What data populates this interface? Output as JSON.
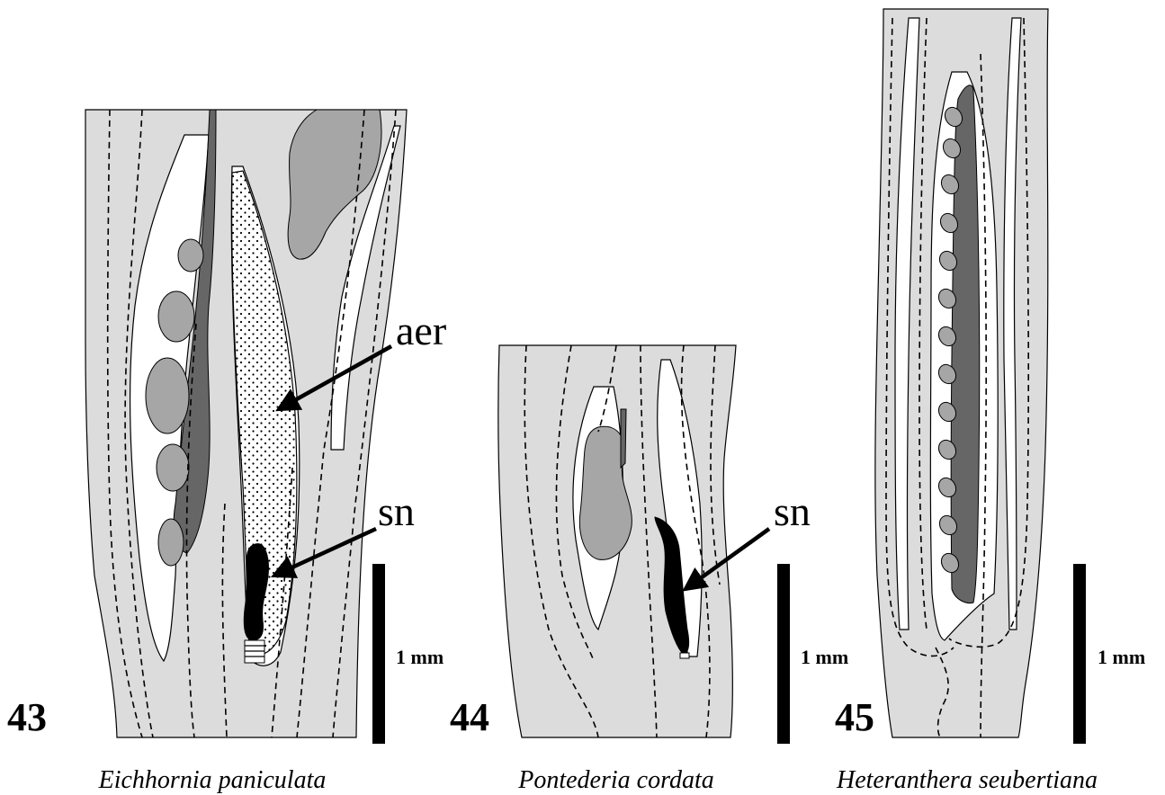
{
  "panels": [
    {
      "number": "43",
      "species": "Eichhornia paniculata",
      "scale": "1 mm",
      "labels": [
        "aer",
        "sn"
      ]
    },
    {
      "number": "44",
      "species": "Pontederia cordata",
      "scale": "1 mm",
      "labels": [
        "sn"
      ]
    },
    {
      "number": "45",
      "species": "Heteranthera seubertiana",
      "scale": "1 mm",
      "labels": []
    }
  ],
  "colors": {
    "tissue": "#dcdcdc",
    "dark_organ": "#666666",
    "mid_organ": "#a6a6a6",
    "septal_nectary": "#000000"
  }
}
